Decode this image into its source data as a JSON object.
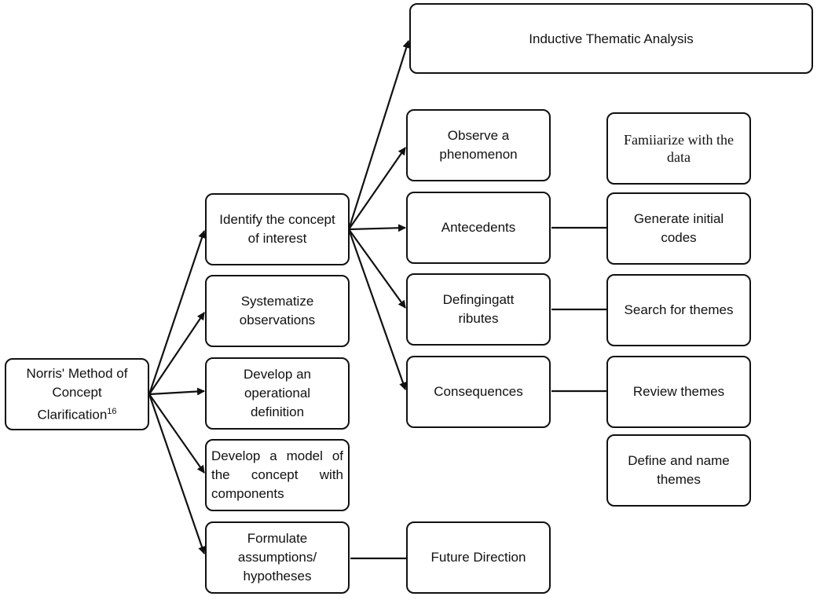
{
  "root": {
    "label_prefix": "Norris' Method of Concept Clarification",
    "superscript": "16"
  },
  "steps": {
    "identify": "Identify the concept of interest",
    "systematize": "Systematize observations",
    "operational": "Develop an operational definition",
    "model": "Develop a model of the concept with components",
    "formulate": "Formulate assumptions/ hypotheses"
  },
  "concept": {
    "inductive": "Inductive Thematic Analysis",
    "observe": "Observe a phenomenon",
    "antecedents": "Antecedents",
    "attributes": "Defingingattributes",
    "consequences": "Consequences"
  },
  "future": "Future Direction",
  "thematic": {
    "familiarize": "Famiiarize with the data",
    "codes": "Generate initial codes",
    "search": "Search for themes",
    "review": "Review themes",
    "define": "Define and name themes"
  }
}
